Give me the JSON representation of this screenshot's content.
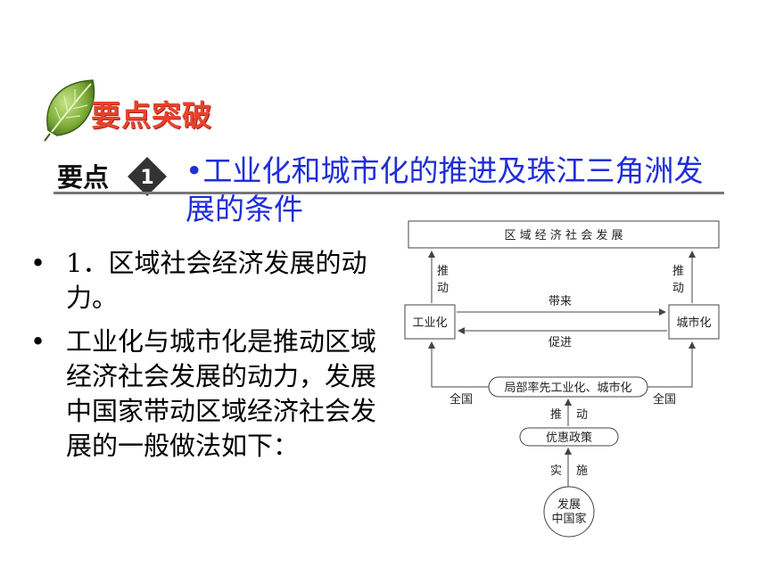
{
  "header": {
    "section_title": "要点突破",
    "keypoint_label": "要点",
    "keypoint_number": "1",
    "keypoint_title": "•工业化和城市化的推进及珠江三角洲发展的条件"
  },
  "bullets": [
    "1．区域社会经济发展的动力。",
    "工业化与城市化是推动区域经济社会发展的动力，发展中国家带动区域经济社会发展的一般做法如下："
  ],
  "diagram": {
    "top_box": "区 域 经 济 社 会 发 展",
    "push_left": [
      "推",
      "动"
    ],
    "push_right": [
      "推",
      "动"
    ],
    "industrialization": "工业化",
    "urbanization": "城市化",
    "brings": "带来",
    "promotes": "促进",
    "local_first": "局部率先工业化、城市化",
    "nationwide_left": "全国",
    "nationwide_right": "全国",
    "push_mid": [
      "推",
      "动"
    ],
    "preferential_policy": "优惠政策",
    "implement": [
      "实",
      "施"
    ],
    "developing_country": [
      "发展",
      "中国家"
    ]
  },
  "colors": {
    "section_title": "#e8432a",
    "keypoint_title": "#1f2ed8",
    "badge": "#333333"
  },
  "icons": {
    "leaf": "leaf-icon",
    "badge": "number-badge-icon"
  }
}
